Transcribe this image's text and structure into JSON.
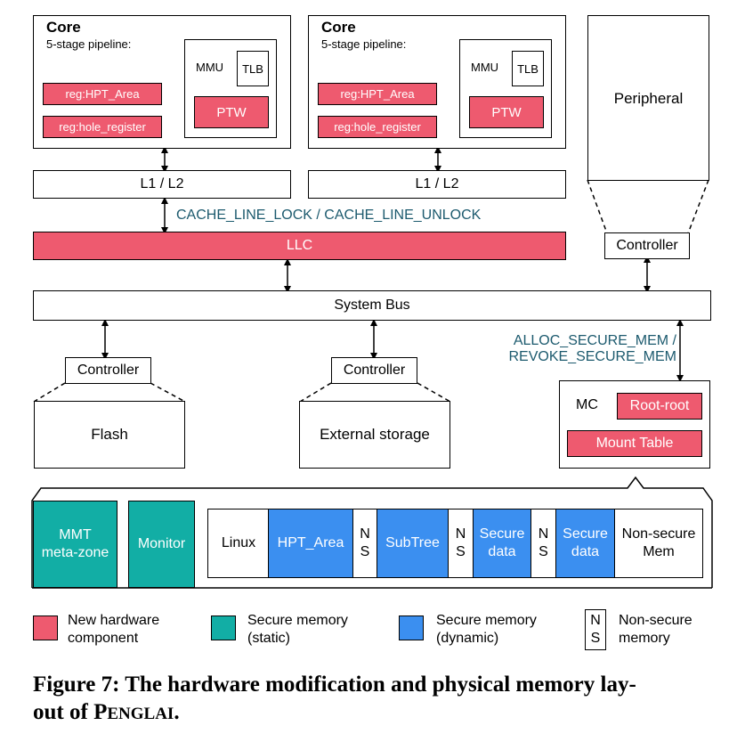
{
  "cores": [
    {
      "title": "Core",
      "pipeline_label": "5-stage pipeline:",
      "reg_hpt": "reg:HPT_Area",
      "reg_hole": "reg:hole_register",
      "mmu": "MMU",
      "tlb": "TLB",
      "ptw": "PTW",
      "cache": "L1 / L2"
    },
    {
      "title": "Core",
      "pipeline_label": "5-stage pipeline:",
      "reg_hpt": "reg:HPT_Area",
      "reg_hole": "reg:hole_register",
      "mmu": "MMU",
      "tlb": "TLB",
      "ptw": "PTW",
      "cache": "L1 / L2"
    }
  ],
  "cache_lock_label": "CACHE_LINE_LOCK / CACHE_LINE_UNLOCK",
  "llc": "LLC",
  "peripheral": {
    "title": "Peripheral",
    "controller": "Controller"
  },
  "system_bus": "System Bus",
  "alloc_label_1": "ALLOC_SECURE_MEM /",
  "alloc_label_2": "REVOKE_SECURE_MEM",
  "flash": {
    "title": "Flash",
    "controller": "Controller"
  },
  "external_storage": {
    "title": "External storage",
    "controller": "Controller"
  },
  "mc": {
    "label": "MC",
    "root": "Root-root",
    "mount_table": "Mount Table"
  },
  "memory": {
    "mmt_line1": "MMT",
    "mmt_line2": "meta-zone",
    "monitor": "Monitor",
    "segments": {
      "linux": "Linux",
      "hpt_area": "HPT_Area",
      "ns": "N S",
      "subtree": "SubTree",
      "secure_data_1": "Secure data",
      "secure_data_2": "Secure data",
      "nonsecure_1": "Non-secure",
      "nonsecure_2": "Mem"
    }
  },
  "legend": {
    "new_hw_1": "New hardware",
    "new_hw_2": "component",
    "secure_static_1": "Secure memory",
    "secure_static_2": "(static)",
    "secure_dynamic_1": "Secure memory",
    "secure_dynamic_2": "(dynamic)",
    "ns_n": "N",
    "ns_s": "S",
    "nonsecure_1": "Non-secure",
    "nonsecure_2": "memory"
  },
  "caption": {
    "line1": "Figure 7: The hardware modification and physical memory lay-",
    "line2_prefix": "out of ",
    "penglai_p": "P",
    "penglai_rest": "ENGLAI",
    "line2_suffix": "."
  },
  "colors": {
    "new_hardware": "#ee5a6f",
    "secure_static": "#12aea5",
    "secure_dynamic": "#3b8ff0",
    "label_text": "#1c5a6e"
  }
}
